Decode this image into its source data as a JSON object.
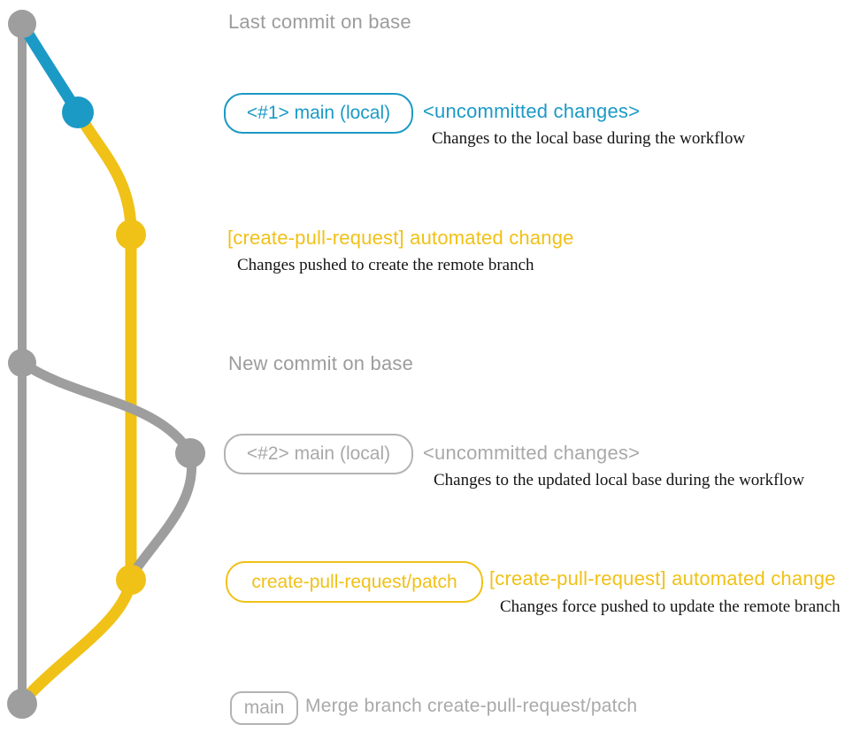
{
  "colors": {
    "gray_line": "#9E9E9E",
    "blue": "#1B9AC6",
    "yellow": "#F0C117",
    "heading_gray": "#9C9C9C",
    "label_gray_border": "#B3B3B3",
    "desc_black": "#141414",
    "background": "#FFFFFF"
  },
  "graph": {
    "branches": [
      {
        "name": "base",
        "color_key": "gray_line"
      },
      {
        "name": "main-local",
        "color_key": "blue"
      },
      {
        "name": "create-pull-request-patch",
        "color_key": "yellow"
      }
    ],
    "commits": [
      {
        "name": "last-commit-on-base",
        "color_key": "gray_line"
      },
      {
        "name": "uncommitted-changes-1",
        "color_key": "blue"
      },
      {
        "name": "automated-change-1",
        "color_key": "yellow"
      },
      {
        "name": "new-commit-on-base",
        "color_key": "gray_line"
      },
      {
        "name": "uncommitted-changes-2",
        "color_key": "gray_line"
      },
      {
        "name": "automated-change-2",
        "color_key": "yellow"
      },
      {
        "name": "merge-commit",
        "color_key": "gray_line"
      }
    ]
  },
  "annotations": {
    "last_commit_on_base": "Last commit on base",
    "branch_label_1": "<#1> main (local)",
    "uncommitted_changes_1": "<uncommitted changes>",
    "uncommitted_desc_1": "Changes to the local base during the workflow",
    "automated_change_1": "[create-pull-request] automated change",
    "automated_desc_1": "Changes pushed to create the remote branch",
    "new_commit_on_base": "New commit on base",
    "branch_label_2": "<#2> main (local)",
    "uncommitted_changes_2": "<uncommitted changes>",
    "uncommitted_desc_2": "Changes to the updated local base during the workflow",
    "branch_label_3": "create-pull-request/patch",
    "automated_change_2": "[create-pull-request] automated change",
    "automated_desc_2": "Changes force pushed to update the remote branch",
    "branch_label_4": "main",
    "merge_message": "Merge branch create-pull-request/patch"
  }
}
